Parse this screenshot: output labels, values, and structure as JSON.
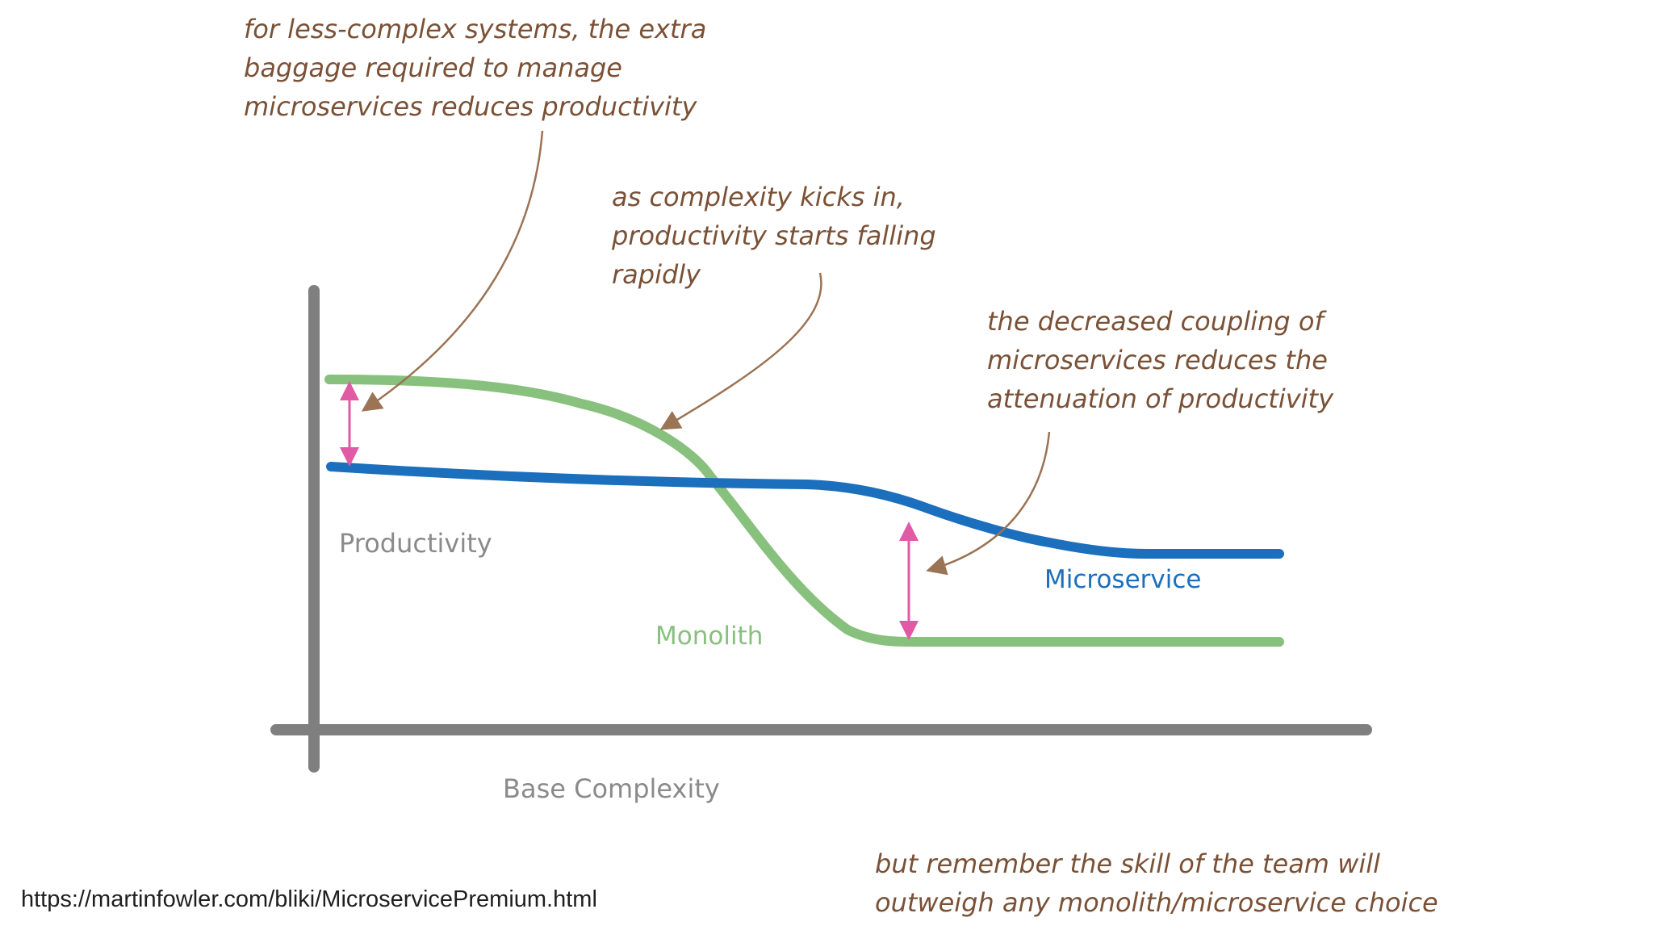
{
  "annotations": {
    "top_left": [
      "for less-complex systems, the extra",
      "baggage required to manage",
      "microservices reduces productivity"
    ],
    "middle": [
      "as complexity kicks in,",
      "productivity starts falling",
      "rapidly"
    ],
    "right": [
      "the decreased coupling of",
      "microservices reduces the",
      "attenuation of productivity"
    ],
    "bottom": [
      "but remember the skill of the team will",
      "outweigh any monolith/microservice choice"
    ]
  },
  "axes": {
    "y_label": "Productivity",
    "x_label": "Base Complexity"
  },
  "series": [
    {
      "name": "Monolith",
      "color": "#88c07e"
    },
    {
      "name": "Microservice",
      "color": "#1b6fbd"
    }
  ],
  "colors": {
    "axis": "#7f7f7f",
    "annotation": "#7a5136",
    "arrow": "#9b7355",
    "gap_arrow": "#e05aa6"
  },
  "source_url": "https://martinfowler.com/bliki/MicroservicePremium.html"
}
